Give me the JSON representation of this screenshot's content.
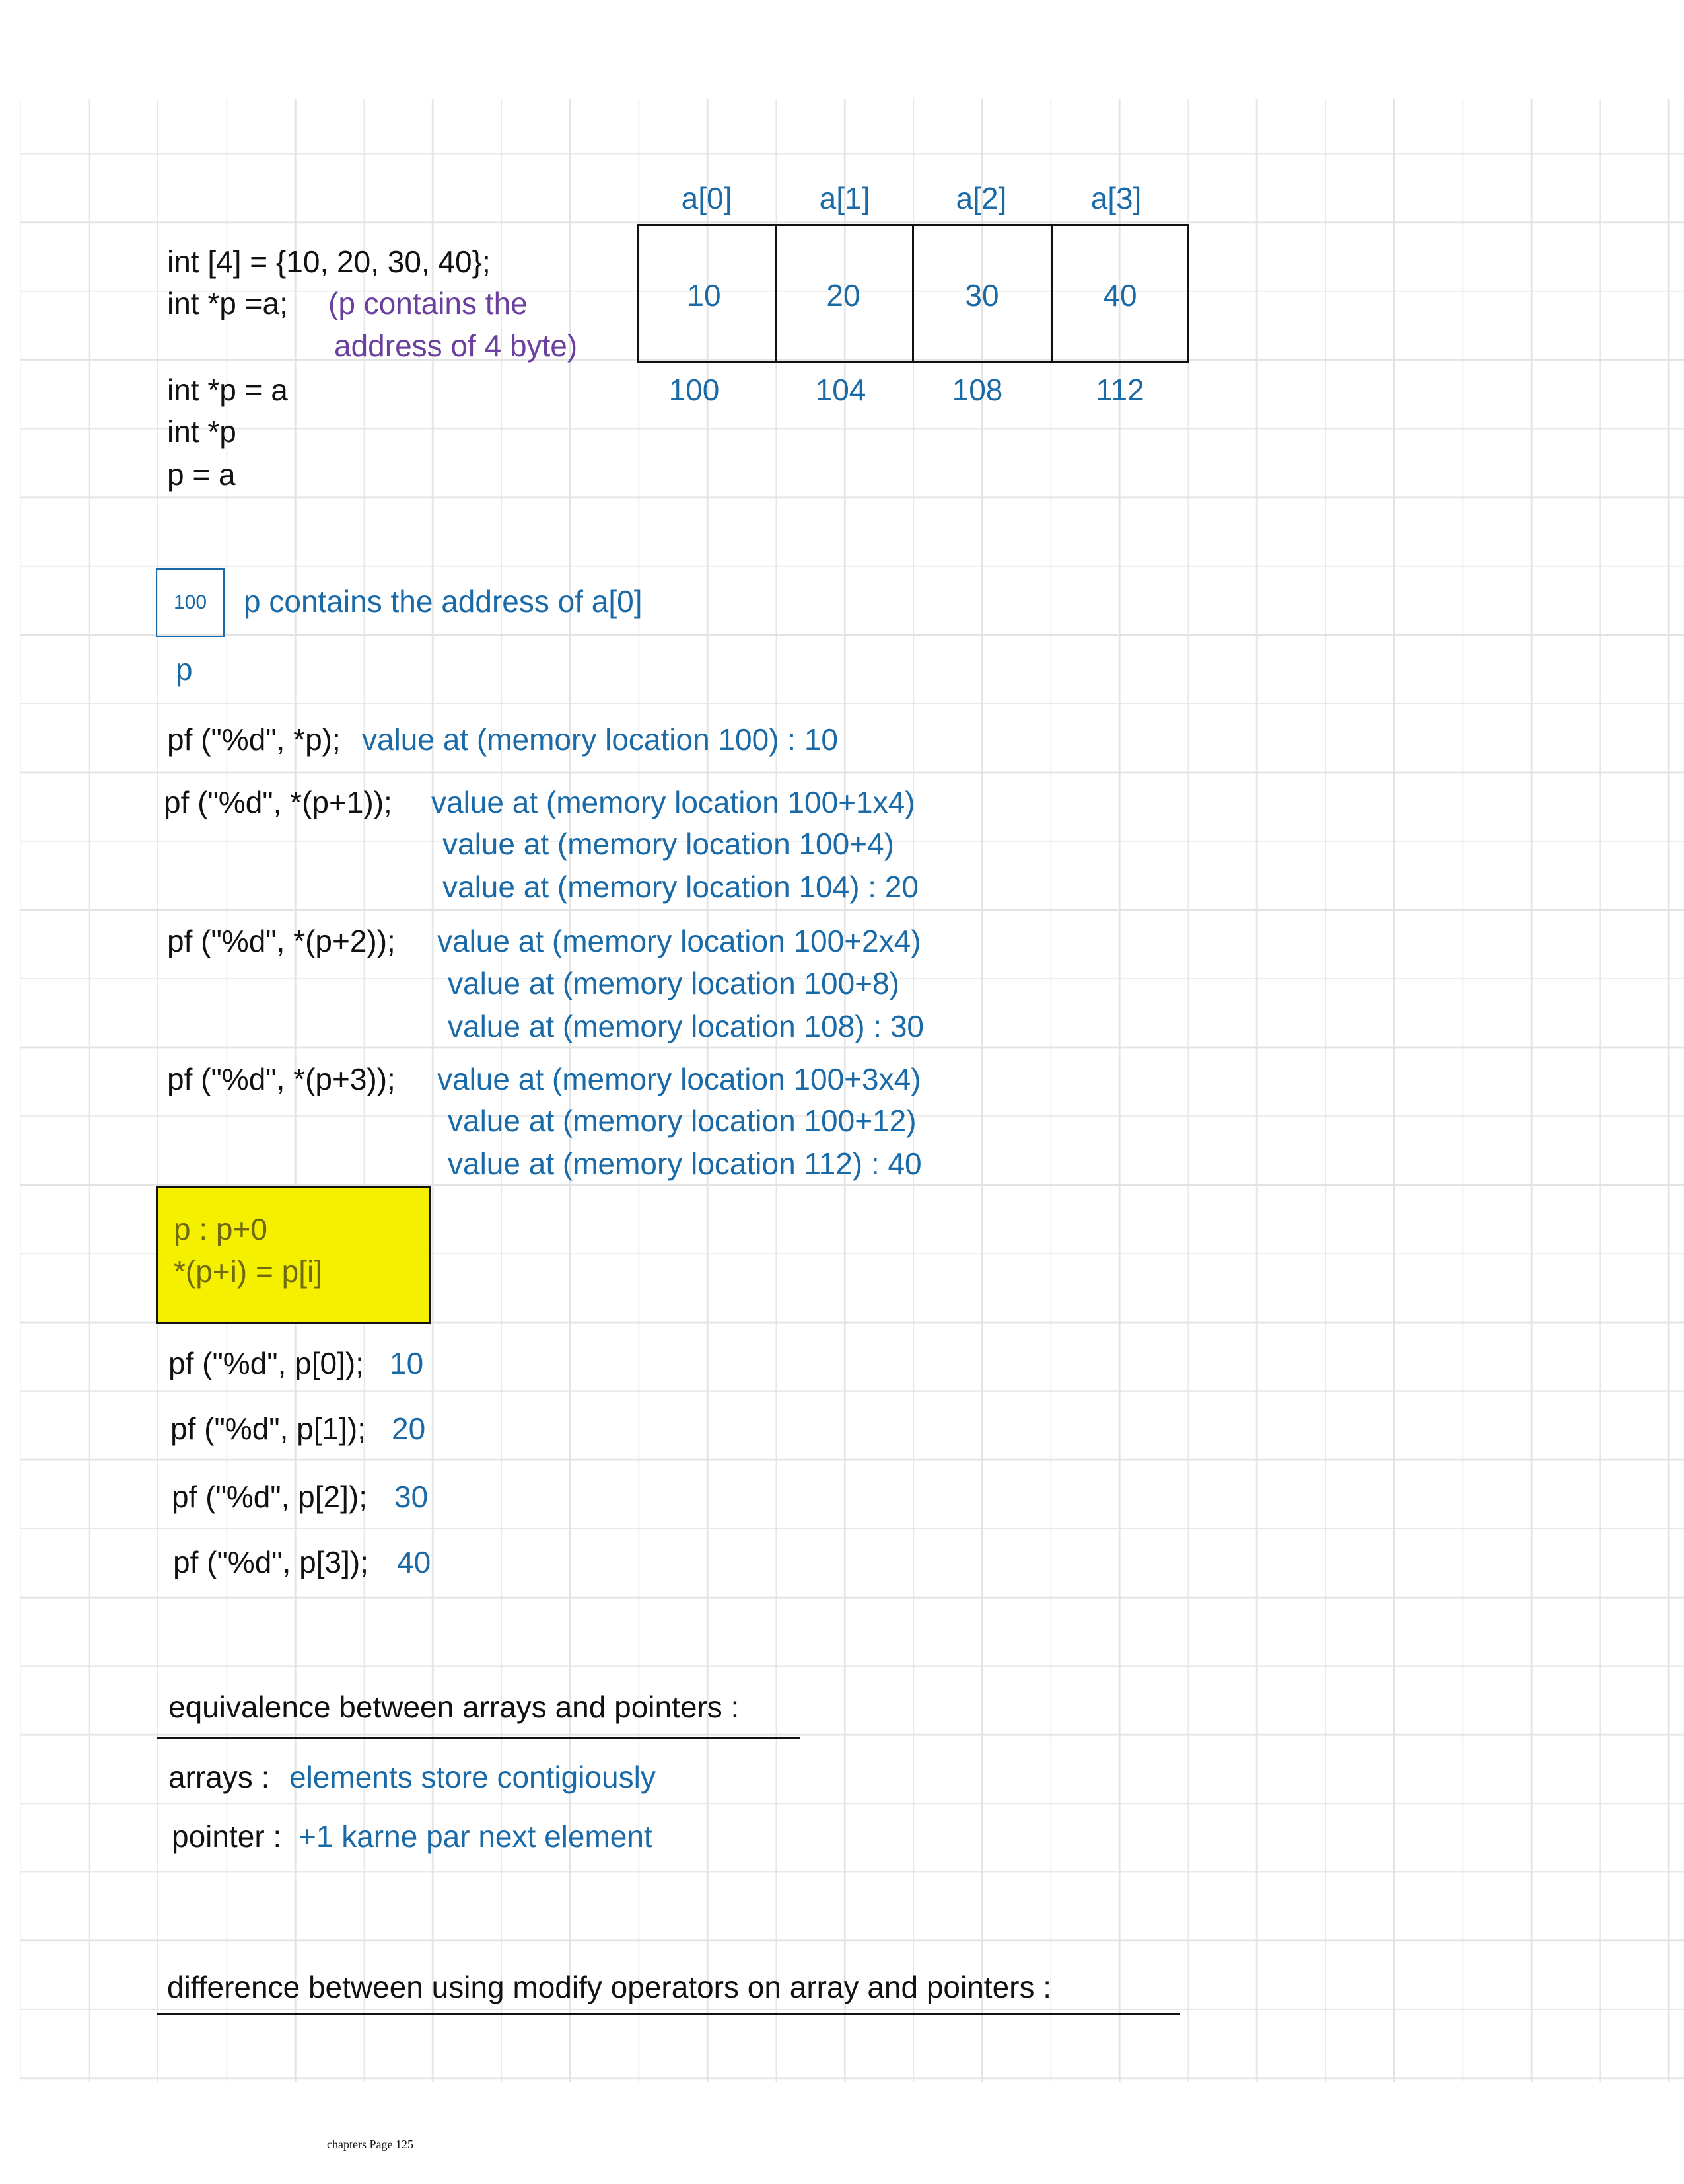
{
  "array_diagram": {
    "headers": [
      "a[0]",
      "a[1]",
      "a[2]",
      "a[3]"
    ],
    "values": [
      "10",
      "20",
      "30",
      "40"
    ],
    "addresses": [
      "100",
      "104",
      "108",
      "112"
    ]
  },
  "code_intro": {
    "line1": "int [4] = {10, 20, 30, 40};",
    "line2": "int *p =a;",
    "note_line1": "(p contains the",
    "note_line2": "address of 4 byte)",
    "line3": "int *p = a",
    "line4": "int *p",
    "line5": "p = a"
  },
  "pointer_box": {
    "value": "100",
    "label": "p",
    "description": "p contains the address of a[0]"
  },
  "deref_examples": [
    {
      "code": "pf (\"%d\", *p);",
      "lines": [
        "value at (memory location 100) : 10"
      ]
    },
    {
      "code": "pf (\"%d\", *(p+1));",
      "lines": [
        "value at (memory location 100+1x4)",
        "value at (memory location 100+4)",
        "value at (memory location 104) : 20"
      ]
    },
    {
      "code": "pf (\"%d\", *(p+2));",
      "lines": [
        "value at (memory location 100+2x4)",
        "value at (memory location 100+8)",
        "value at (memory location 108) : 30"
      ]
    },
    {
      "code": "pf (\"%d\", *(p+3));",
      "lines": [
        "value at (memory location 100+3x4)",
        "value at (memory location 100+12)",
        "value at (memory location 112) : 40"
      ]
    }
  ],
  "highlight": {
    "line1": "p : p+0",
    "line2": "*(p+i) = p[i]"
  },
  "index_examples": [
    {
      "code": "pf (\"%d\", p[0]);",
      "result": "10"
    },
    {
      "code": "pf (\"%d\", p[1]);",
      "result": "20"
    },
    {
      "code": "pf (\"%d\", p[2]);",
      "result": "30"
    },
    {
      "code": "pf (\"%d\", p[3]);",
      "result": "40"
    }
  ],
  "equivalence": {
    "heading": "equivalence between arrays and pointers :",
    "arrays_label": "arrays :",
    "arrays_text": "elements store contigiously",
    "pointer_label": "pointer :",
    "pointer_text": "+1 karne par next element"
  },
  "difference": {
    "heading": "difference between using modify operators on array and pointers :"
  },
  "footer": "chapters Page 125",
  "colors": {
    "ink": "#111111",
    "blue": "#1a6aa8",
    "purple": "#6b3f9e",
    "highlight": "#f5f000"
  }
}
